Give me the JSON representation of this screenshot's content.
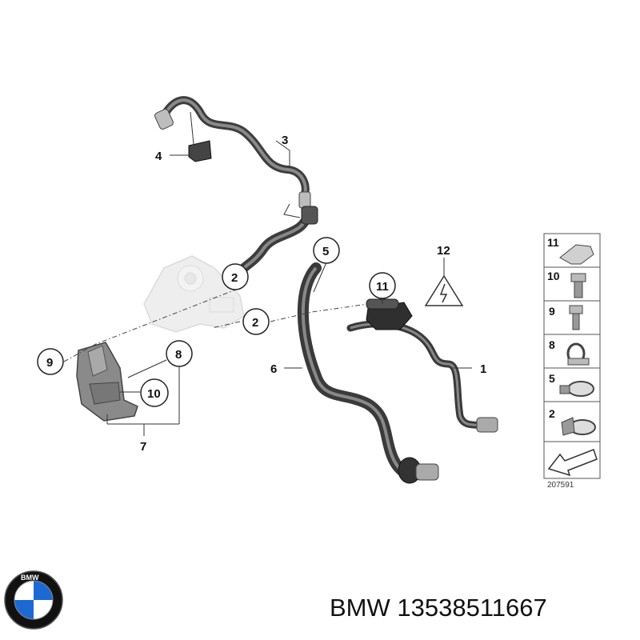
{
  "callouts": {
    "c1": "1",
    "c2a": "2",
    "c2b": "2",
    "c3": "3",
    "c4": "4",
    "c5": "5",
    "c6": "6",
    "c7": "7",
    "c8": "8",
    "c9": "9",
    "c10": "10",
    "c11": "11",
    "c12": "12"
  },
  "legend": {
    "items": [
      {
        "num": "11",
        "icon": "clip-icon"
      },
      {
        "num": "10",
        "icon": "collar-bolt-icon"
      },
      {
        "num": "9",
        "icon": "hex-bolt-icon"
      },
      {
        "num": "8",
        "icon": "hose-clamp-icon"
      },
      {
        "num": "5",
        "icon": "band-clamp-icon"
      },
      {
        "num": "2",
        "icon": "spring-clamp-icon"
      }
    ],
    "arrow_icon": "direction-arrow-icon",
    "ref_code": "207591"
  },
  "logo": {
    "text": "BMW",
    "colors": {
      "blue": "#1c69d4",
      "white": "#ffffff",
      "ring": "#111111"
    }
  },
  "footer": {
    "brand_part": "BMW 13538511667"
  }
}
